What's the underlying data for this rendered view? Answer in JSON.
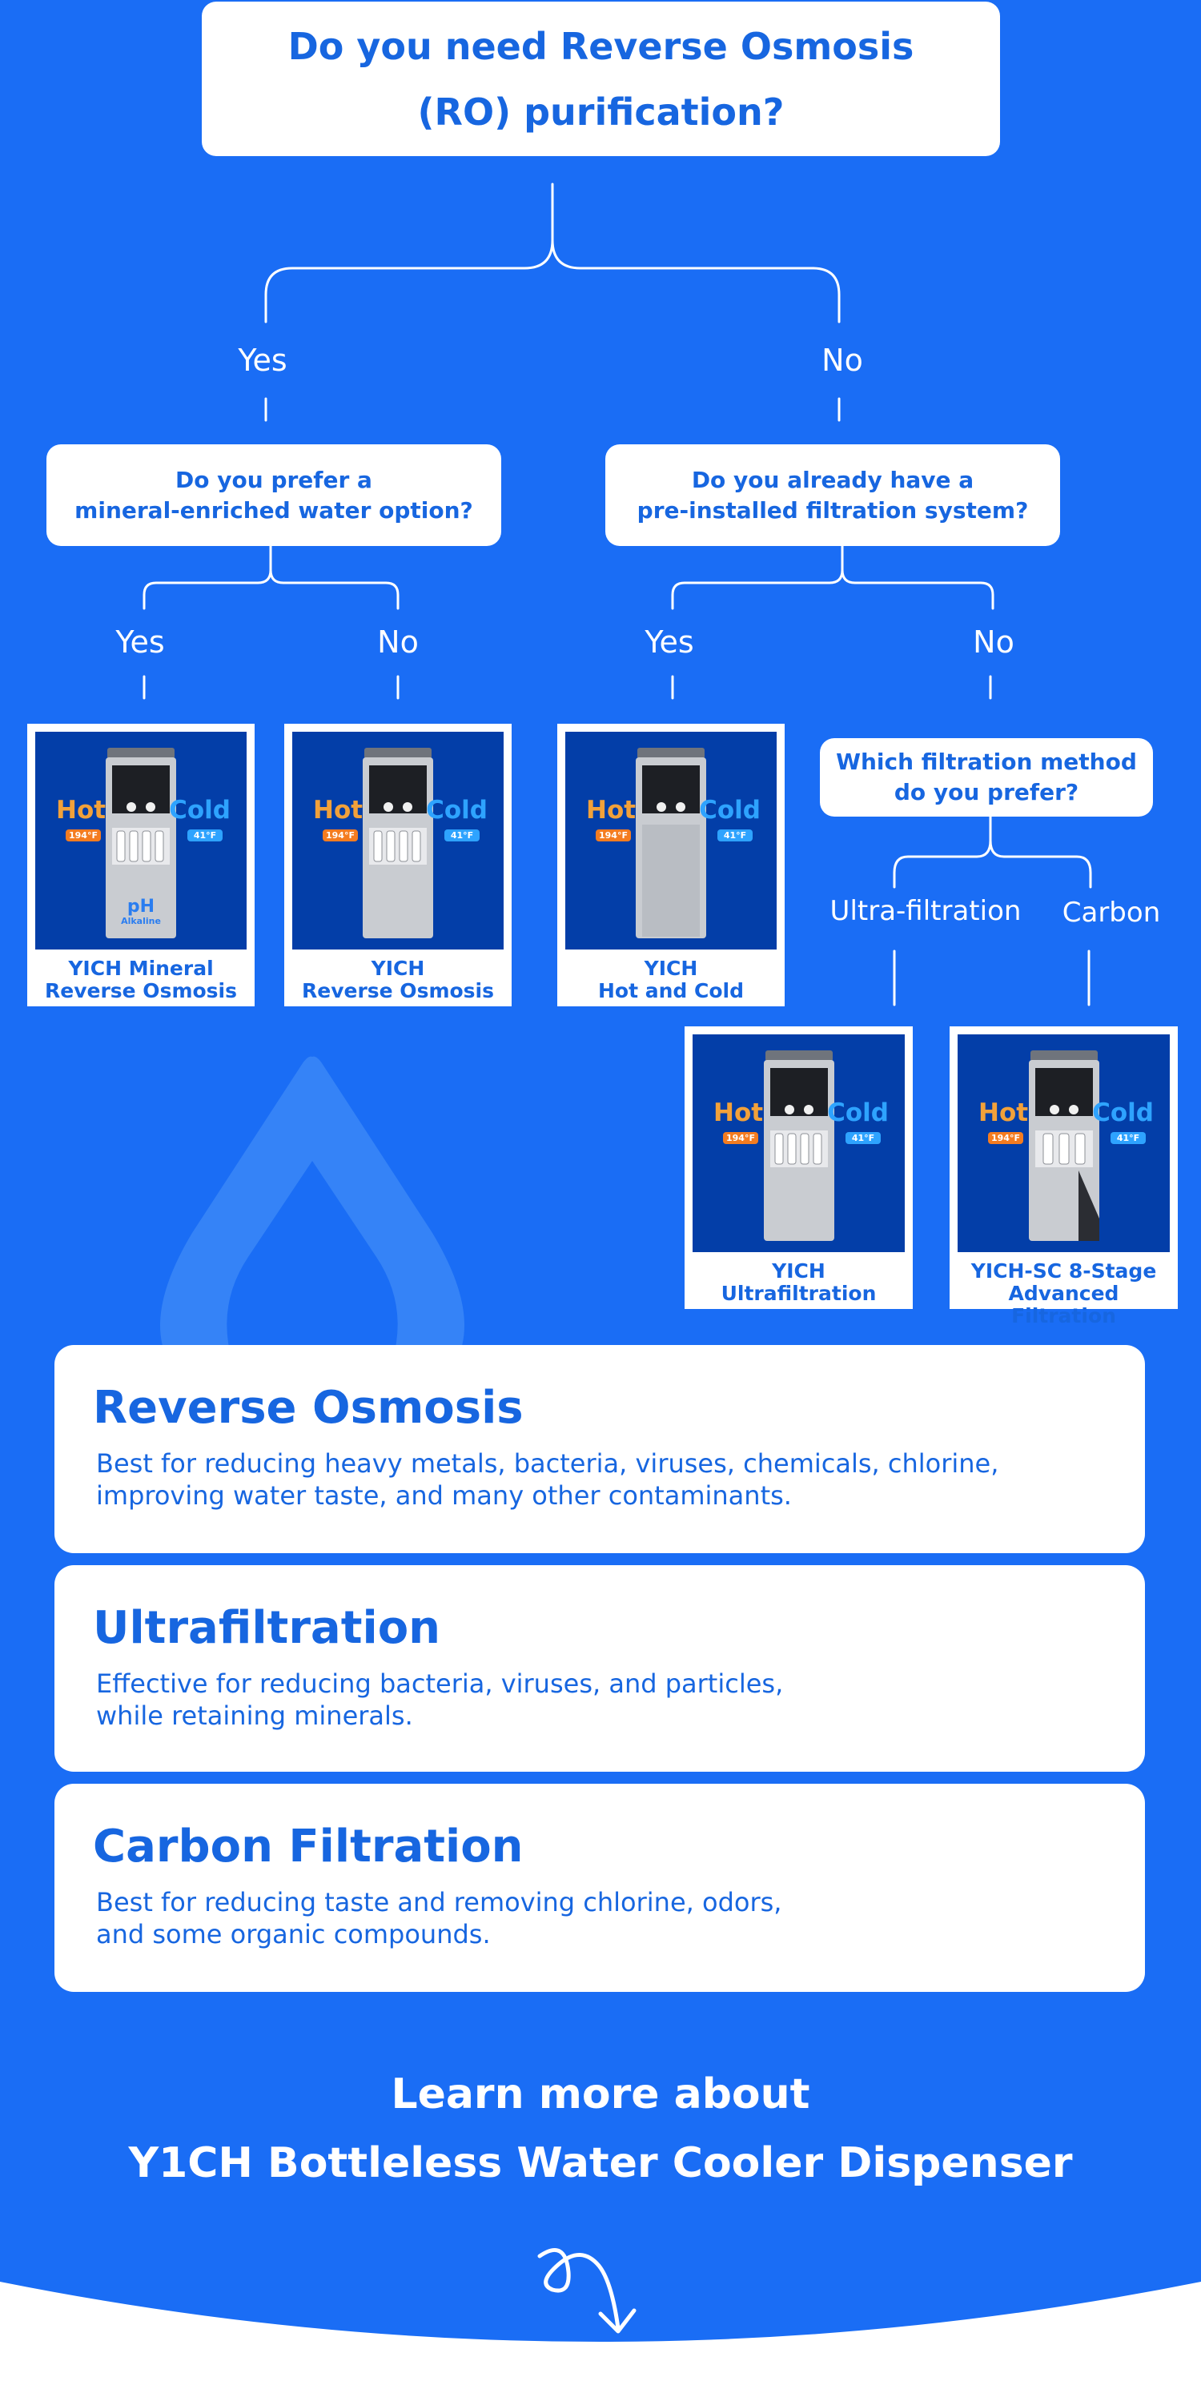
{
  "flow": {
    "root_question": [
      "Do you need Reverse Osmosis",
      "(RO) purification?"
    ],
    "answer_yes": "Yes",
    "answer_no": "No",
    "left_question": [
      "Do you prefer a",
      "mineral-enriched water option?"
    ],
    "right_question": [
      "Do you already have a",
      "pre-installed filtration system?"
    ],
    "method_question": [
      "Which filtration method",
      "do you prefer?"
    ],
    "method_ultra": "Ultra-filtration",
    "method_carbon": "Carbon"
  },
  "products": [
    {
      "line1": "YICH Mineral",
      "line2": "Reverse Osmosis",
      "hot_temp": "194°F",
      "cold_temp": "41°F",
      "badge": "pH",
      "badge_sub": "Alkaline"
    },
    {
      "line1": "YICH",
      "line2": "Reverse Osmosis",
      "hot_temp": "194°F",
      "cold_temp": "41°F"
    },
    {
      "line1": "YICH",
      "line2": "Hot and Cold",
      "hot_temp": "194°F",
      "cold_temp": "41°F"
    },
    {
      "line1": "YICH",
      "line2": "Ultrafiltration",
      "hot_temp": "194°F",
      "cold_temp": "41°F"
    },
    {
      "line1": "YICH-SC 8-Stage",
      "line2": "Advanced Filtration",
      "hot_temp": "194°F",
      "cold_temp": "41°F"
    }
  ],
  "product_labels": {
    "hot": "Hot",
    "cold": "Cold"
  },
  "info": [
    {
      "title": "Reverse Osmosis",
      "text": [
        "Best for reducing heavy metals, bacteria, viruses, chemicals, chlorine,",
        "improving water taste, and many other contaminants."
      ]
    },
    {
      "title": "Ultrafiltration",
      "text": [
        "Effective for reducing bacteria, viruses, and particles,",
        "while retaining minerals."
      ]
    },
    {
      "title": "Carbon Filtration",
      "text": [
        "Best for reducing taste and removing chlorine, odors,",
        "and some organic compounds."
      ]
    }
  ],
  "cta": [
    "Learn more about",
    "Y1CH Bottleless Water Cooler Dispenser"
  ],
  "colors": {
    "background": "#1a6df5",
    "accent": "#1766e0",
    "photo_bg": "#033ea8",
    "hot": "#f2a13a",
    "cold": "#2ea3ff"
  }
}
